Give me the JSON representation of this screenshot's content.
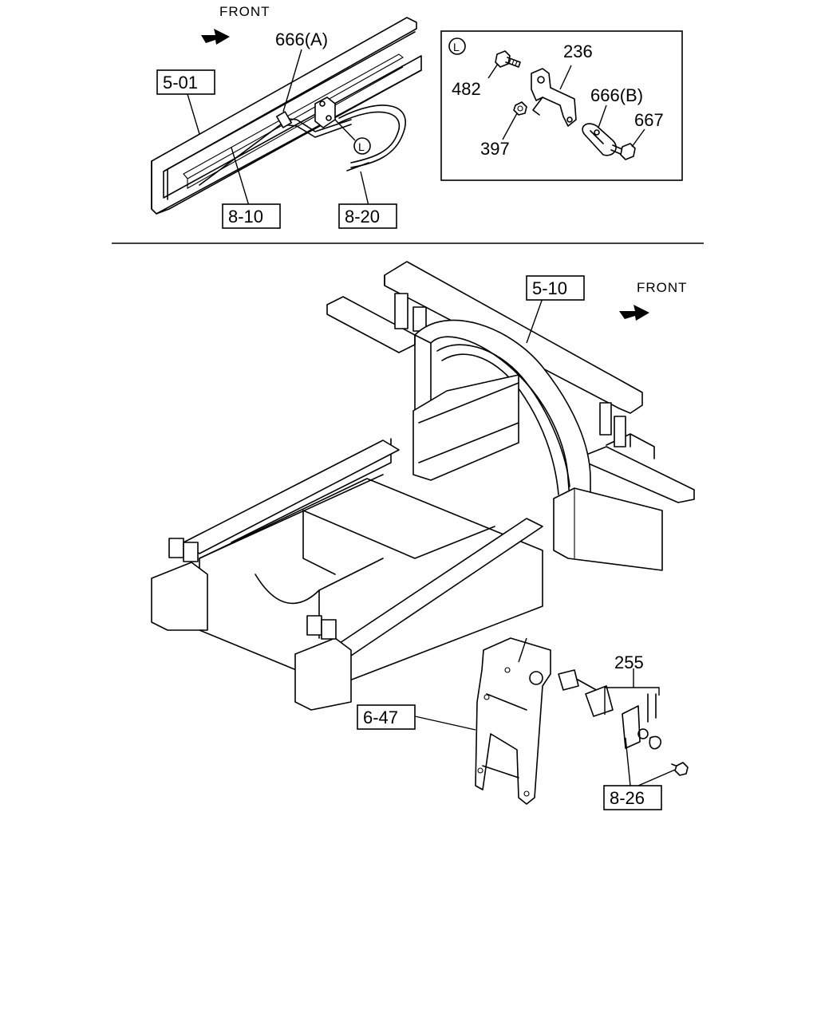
{
  "top_view": {
    "front_label": "FRONT",
    "callouts": {
      "clip_a": "666(A)",
      "ref_frame": "5-01",
      "ref_harness": "8-10",
      "ref_cable": "8-20",
      "detail_marker": "L"
    }
  },
  "detail_view": {
    "marker": "L",
    "callouts": {
      "bracket": "236",
      "bolt": "482",
      "clip_b": "666(B)",
      "bolt_2": "667",
      "nut": "397"
    }
  },
  "bottom_view": {
    "front_label": "FRONT",
    "callouts": {
      "ref_crossmember": "5-10",
      "switch": "255",
      "ref_bracket": "6-47",
      "ref_switch_parts": "8-26"
    }
  }
}
